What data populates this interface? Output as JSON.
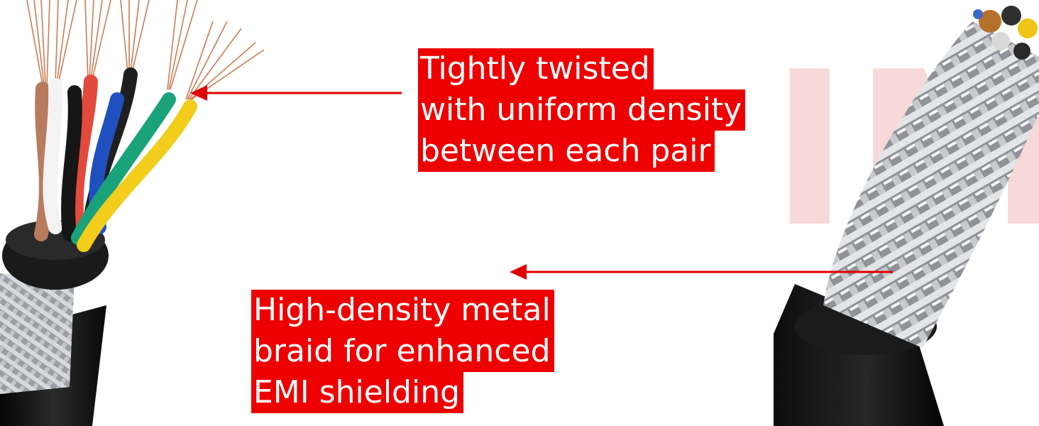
{
  "callouts": {
    "top": {
      "lines": [
        "Tightly twisted",
        "with uniform density",
        "between each pair"
      ]
    },
    "bottom": {
      "lines": [
        "High-density metal",
        "braid for enhanced",
        "EMI shielding"
      ]
    }
  },
  "watermark": {
    "text": "IM"
  },
  "colors": {
    "callout_bg": "#ee0000",
    "callout_text": "#ffffff",
    "arrow": "#e00000",
    "watermark": "#f7d0d0",
    "jacket": "#151515",
    "braid": "#b9bcc0",
    "copper": "#c9764a"
  },
  "icons": {
    "left_cable": "twisted-pair-cable-illustration",
    "right_cable": "braided-shield-cable-illustration"
  }
}
